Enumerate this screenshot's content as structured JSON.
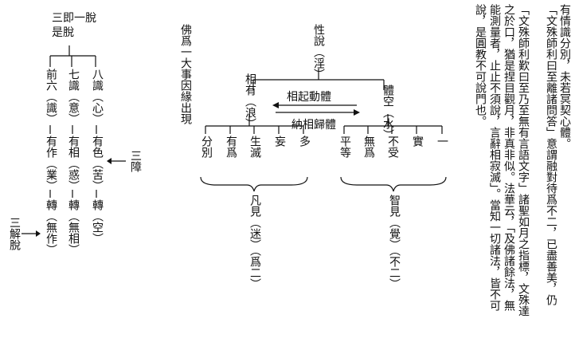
{
  "right_text": {
    "col1": "有情識分別，未若冥契心體。",
    "col2": "「文殊師利曰至離諸問答」意謂融對待爲不二，已盡善美，仍",
    "col3": "「文殊師利歎曰至乃至無有言語文字」諸聖如月之指標，文殊達",
    "col4": "之於口，猶是捏目觀月，非真非似。法華云，「及佛諸餘法，無",
    "col5": "能測量者，止止不須說，言辭相寂滅」。當知一切諸法，皆不可",
    "col6": "說，是圓教不可說門也。"
  },
  "center_diagram": {
    "top_node": "性說（淫）",
    "top_left_label": "佛爲一大事因緣出現",
    "arrow_top": "相起動體",
    "arrow_bottom": "納相歸體",
    "right_branch": "體空（水）",
    "left_branch": "相有（浪）",
    "right_leaves": [
      "一",
      "實",
      "不受",
      "無爲",
      "平等"
    ],
    "left_leaves": [
      "多",
      "妄",
      "生滅",
      "有爲",
      "分別"
    ],
    "right_result": "智見（覺）（不二）",
    "left_result": "凡見（迷）（爲二）"
  },
  "left_diagram": {
    "root": "三即一脫是脫",
    "col_a": [
      "八識（心）",
      "有色（苦）",
      "轉（空）"
    ],
    "col_b": [
      "七識（意）",
      "有相（惑）",
      "轉（無相）"
    ],
    "col_c": [
      "前六（識）",
      "有作（業）",
      "轉（無作）"
    ],
    "three_obstacles": "三障",
    "three_liberations": "三解脫"
  }
}
